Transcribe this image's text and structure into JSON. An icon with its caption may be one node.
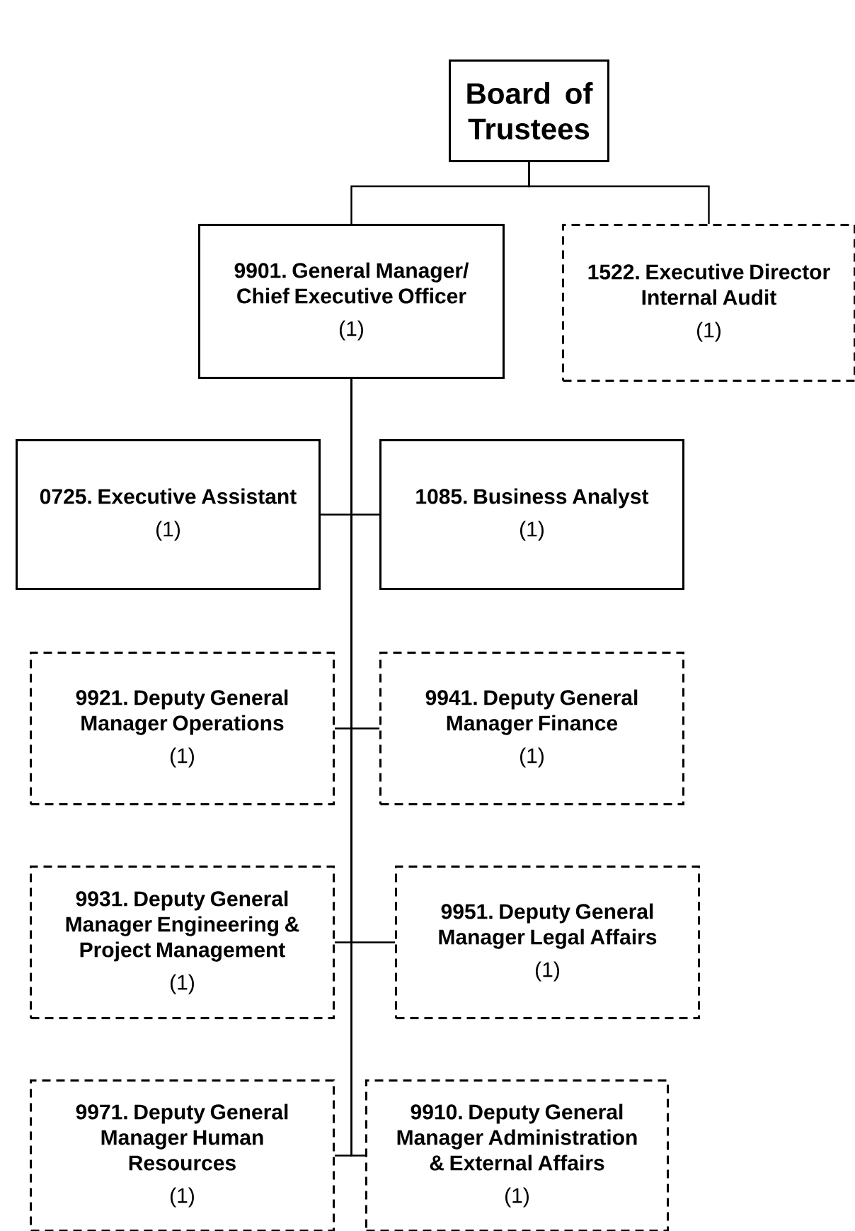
{
  "diagram": {
    "nodes": [
      {
        "text": [
          "Board of Trustees"
        ]
      },
      {
        "text": [
          "9901. General Manager/ Chief Executive Officer",
          "(1)"
        ]
      },
      {
        "text": [
          "1522. Executive Director Internal Audit",
          "(1)"
        ]
      },
      {
        "text": [
          "0725. Executive Assistant",
          "(1)"
        ]
      },
      {
        "text": [
          "1085. Business Analyst",
          "(1)"
        ]
      },
      {
        "text": [
          "9921. Deputy General Manager Operations",
          "(1)"
        ]
      },
      {
        "text": [
          "9941. Deputy General Manager Finance",
          "(1)"
        ]
      },
      {
        "text": [
          "9931. Deputy General Manager Engineering & Project Management",
          "(1)"
        ]
      },
      {
        "text": [
          "9951. Deputy General Manager Legal Affairs",
          "(1)"
        ]
      },
      {
        "text": [
          "9971. Deputy General Manager Human Resources",
          "(1)"
        ]
      },
      {
        "text": [
          "9910. Deputy General Manager Administration & External Affairs",
          "(1)"
        ]
      }
    ],
    "edges": [
      {
        "from": 0,
        "to": 1,
        "arrow": "none"
      },
      {
        "from": 0,
        "to": 2,
        "arrow": "none"
      },
      {
        "from": 1,
        "to": 3,
        "arrow": "none"
      },
      {
        "from": 1,
        "to": 4,
        "arrow": "none"
      },
      {
        "from": 1,
        "to": 5,
        "arrow": "none"
      },
      {
        "from": 1,
        "to": 6,
        "arrow": "none"
      },
      {
        "from": 1,
        "to": 7,
        "arrow": "none"
      },
      {
        "from": 1,
        "to": 8,
        "arrow": "none"
      },
      {
        "from": 1,
        "to": 9,
        "arrow": "none"
      },
      {
        "from": 1,
        "to": 10,
        "arrow": "none"
      }
    ]
  }
}
